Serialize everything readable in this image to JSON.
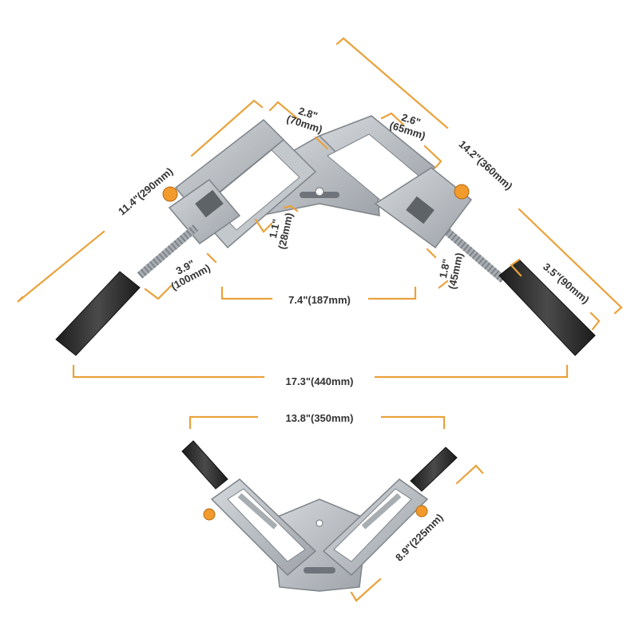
{
  "colors": {
    "dimension_line": "#E9A23B",
    "metal": "#B9BEC4",
    "metal_dark": "#8E949A",
    "handle": "#2B2B2B",
    "accent_knob": "#F39A2C",
    "label": "#333333"
  },
  "dimensions": {
    "overall_width_top": "17.3\"(440mm)",
    "left_diagonal": "11.4\"(290mm)",
    "right_diagonal": "14.2\"(360mm)",
    "left_jaw_width": "2.8\"\n(70mm)",
    "right_jaw_width": "2.6\"\n(65mm)",
    "left_jaw_depth": "3.9\"\n(100mm)",
    "center_height": "1.1\"\n(28mm)",
    "inner_span": "7.4\"(187mm)",
    "right_jaw_depth": "1.8\"\n(45mm)",
    "handle_length": "3.5\"(90mm)",
    "bottom_width": "13.8\"(350mm)",
    "bottom_diagonal": "8.9\"(225mm)"
  },
  "views": {
    "top": "top-view",
    "bottom": "bottom-view"
  }
}
